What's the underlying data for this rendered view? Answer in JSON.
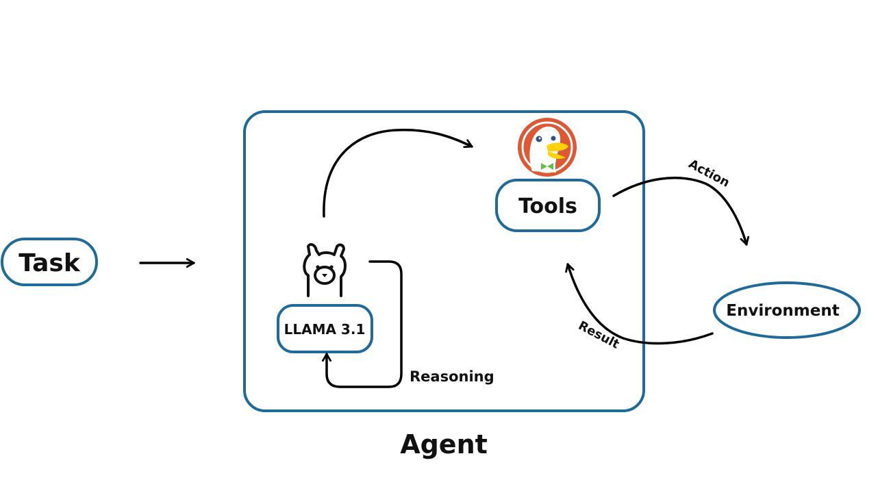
{
  "nodes": {
    "task": "Task",
    "llm": "LLAMA 3.1",
    "tools": "Tools",
    "environment": "Environment"
  },
  "edges": {
    "reasoning": "Reasoning",
    "action": "Action",
    "result": "Result"
  },
  "container_label": "Agent",
  "icons": {
    "llm_icon": "llama-icon",
    "tools_icon": "duckduckgo-logo"
  },
  "colors": {
    "box_stroke": "#1d6a9b",
    "arrow": "#000000",
    "logo_orange": "#de5833"
  }
}
